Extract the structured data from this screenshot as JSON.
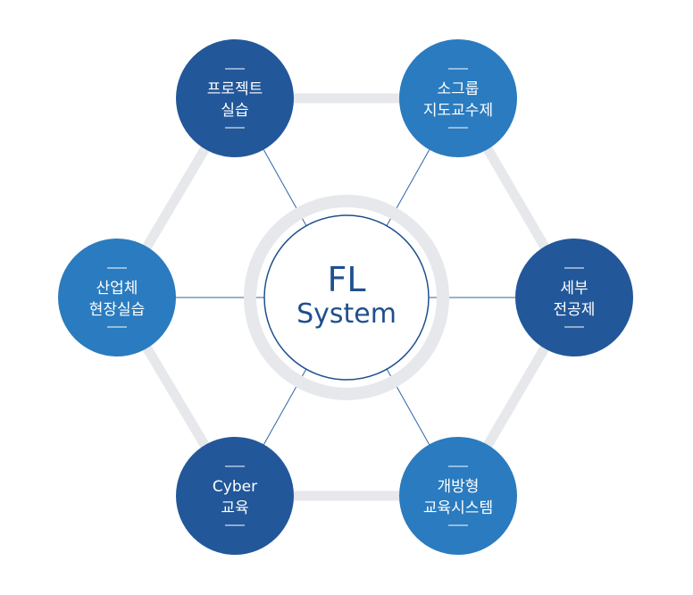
{
  "center": {
    "line1": "FL",
    "line2": "System"
  },
  "nodes": [
    {
      "id": "project",
      "lines": [
        "프로젝트",
        "실습"
      ],
      "color": "#22579a"
    },
    {
      "id": "small-group",
      "lines": [
        "소그룹",
        "지도교수제"
      ],
      "color": "#2a7bbf"
    },
    {
      "id": "tax",
      "lines": [
        "세부",
        "전공제"
      ],
      "color": "#22579a"
    },
    {
      "id": "open-edu",
      "lines": [
        "개방형",
        "교육시스템"
      ],
      "color": "#2a7bbf"
    },
    {
      "id": "cyber",
      "lines": [
        "Cyber",
        "교육"
      ],
      "color": "#22579a"
    },
    {
      "id": "industry",
      "lines": [
        "산업체",
        "현장실습"
      ],
      "color": "#2a7bbf"
    }
  ],
  "colors": {
    "hexagon": "#e6e8ec",
    "ring": "#e6e8ec",
    "center_border": "#1f4f8f",
    "center_text": "#1f4f8f",
    "spoke": "#2f65a8"
  }
}
